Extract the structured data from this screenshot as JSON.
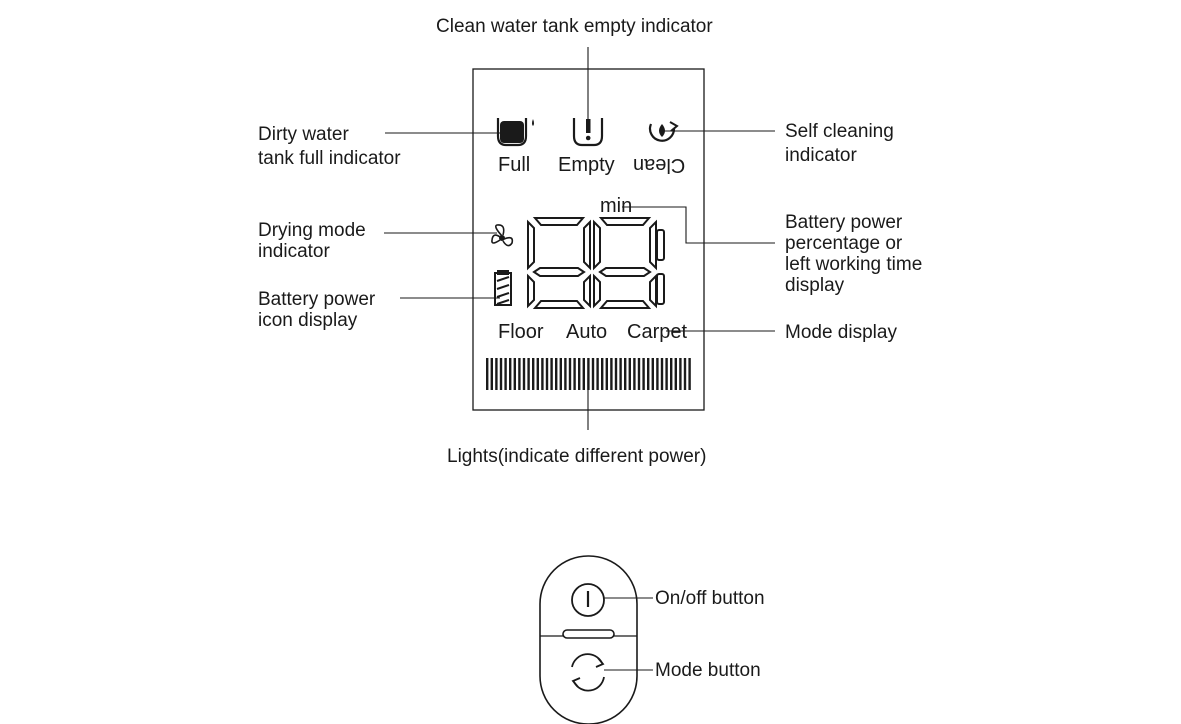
{
  "labels": {
    "clean_water_empty": "Clean water tank empty indicator",
    "dirty_water_full_line1": "Dirty water",
    "dirty_water_full_line2": "tank full indicator",
    "self_cleaning_line1": "Self cleaning",
    "self_cleaning_line2": "indicator",
    "drying_mode_line1": "Drying mode",
    "drying_mode_line2": "indicator",
    "battery_icon_line1": "Battery power",
    "battery_icon_line2": "icon display",
    "battery_percentage_line1": "Battery power",
    "battery_percentage_line2": "percentage or",
    "battery_percentage_line3": "left working time",
    "battery_percentage_line4": "display",
    "mode_display": "Mode display",
    "lights": "Lights(indicate different power)",
    "on_off_button": "On/off button",
    "mode_button": "Mode button"
  },
  "display": {
    "full": "Full",
    "empty": "Empty",
    "clean": "Clean",
    "min": "min",
    "floor": "Floor",
    "auto": "Auto",
    "carpet": "Carpet",
    "digits": "88"
  },
  "icons": {
    "dirty_tank": "dirty-water-tank-icon",
    "empty_tank": "clean-water-empty-icon",
    "self_clean": "self-clean-icon",
    "fan": "fan-icon",
    "battery": "battery-icon",
    "power": "power-icon",
    "mode": "mode-cycle-icon"
  },
  "colors": {
    "ink": "#1a1a1a",
    "background": "#ffffff"
  }
}
